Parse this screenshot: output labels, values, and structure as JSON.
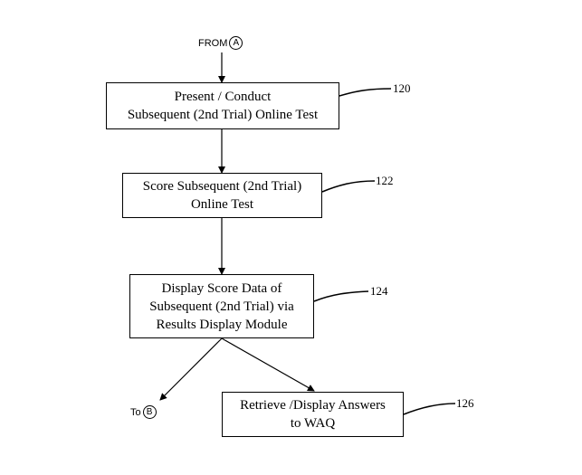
{
  "connectors": {
    "from_label": "FROM",
    "from_letter": "A",
    "to_label": "To",
    "to_letter": "B"
  },
  "steps": [
    {
      "ref": "120",
      "lines": [
        "Present / Conduct",
        "Subsequent (2nd Trial) Online Test"
      ]
    },
    {
      "ref": "122",
      "lines": [
        "Score Subsequent (2nd Trial)",
        "Online Test"
      ]
    },
    {
      "ref": "124",
      "lines": [
        "Display Score Data of",
        "Subsequent (2nd Trial) via",
        "Results Display Module"
      ]
    },
    {
      "ref": "126",
      "lines": [
        "Retrieve /Display Answers",
        "to WAQ"
      ]
    }
  ]
}
